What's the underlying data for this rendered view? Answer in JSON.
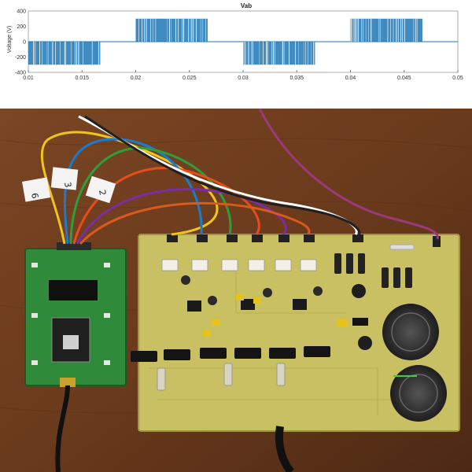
{
  "chart_data": {
    "type": "line",
    "title": "Vab",
    "ylabel": "Voltage (V)",
    "xlabel": "",
    "xlim": [
      0.01,
      0.05
    ],
    "ylim": [
      -400,
      400
    ],
    "x_ticks": [
      "0.01",
      "0.015",
      "0.02",
      "0.025",
      "0.03",
      "0.035",
      "0.04",
      "0.045",
      "0.05"
    ],
    "y_ticks": [
      "400",
      "200",
      "0",
      "-200",
      "-400"
    ],
    "grid": false,
    "series": [
      {
        "pulse_blocks": [
          {
            "start": 0.01,
            "end": 0.0167,
            "level": -300
          },
          {
            "start": 0.02,
            "end": 0.0267,
            "level": 300
          },
          {
            "start": 0.03,
            "end": 0.0367,
            "level": -300
          },
          {
            "start": 0.04,
            "end": 0.0467,
            "level": 300
          }
        ],
        "color": "#1f77b4"
      }
    ]
  },
  "photo": {
    "wire_labels": [
      "6",
      "3",
      "2"
    ],
    "colors": {
      "table": "#6b3a1d",
      "pcb_main": "#c9c063",
      "pcb_controller": "#2f8b3a"
    }
  }
}
